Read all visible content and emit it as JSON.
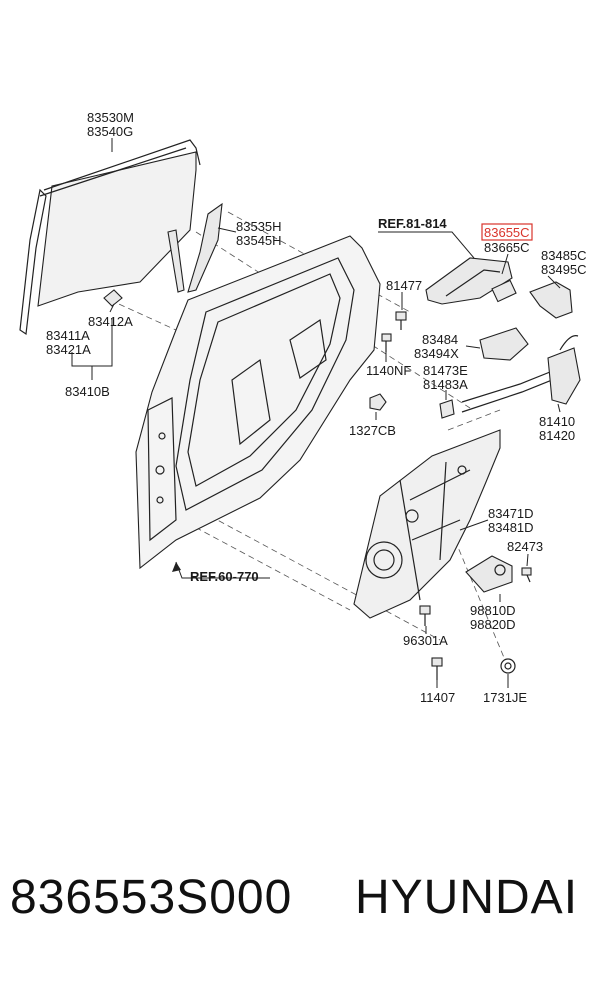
{
  "diagram": {
    "labels": {
      "l83530M": "83530M",
      "l83540G": "83540G",
      "l83535H": "83535H",
      "l83545H": "83545H",
      "l83412A": "83412A",
      "l83411A": "83411A",
      "l83421A": "83421A",
      "l83410B": "83410B",
      "ref81": "REF.81-814",
      "l83655C": "83655C",
      "l83665C": "83665C",
      "l83485C": "83485C",
      "l83495C": "83495C",
      "l81477": "81477",
      "l1140NF": "1140NF",
      "l83484": "83484",
      "l83494X": "83494X",
      "l81473E": "81473E",
      "l81483A": "81483A",
      "l1327CB": "1327CB",
      "l81410": "81410",
      "l81420": "81420",
      "l83471D": "83471D",
      "l83481D": "83481D",
      "l82473": "82473",
      "ref60": "REF.60-770",
      "l98810D": "98810D",
      "l98820D": "98820D",
      "l96301A": "96301A",
      "l11407": "11407",
      "l1731JE": "1731JE"
    },
    "highlight_color": "#d9342b"
  },
  "footer": {
    "part_number": "836553S000",
    "brand": "HYUNDAI"
  }
}
